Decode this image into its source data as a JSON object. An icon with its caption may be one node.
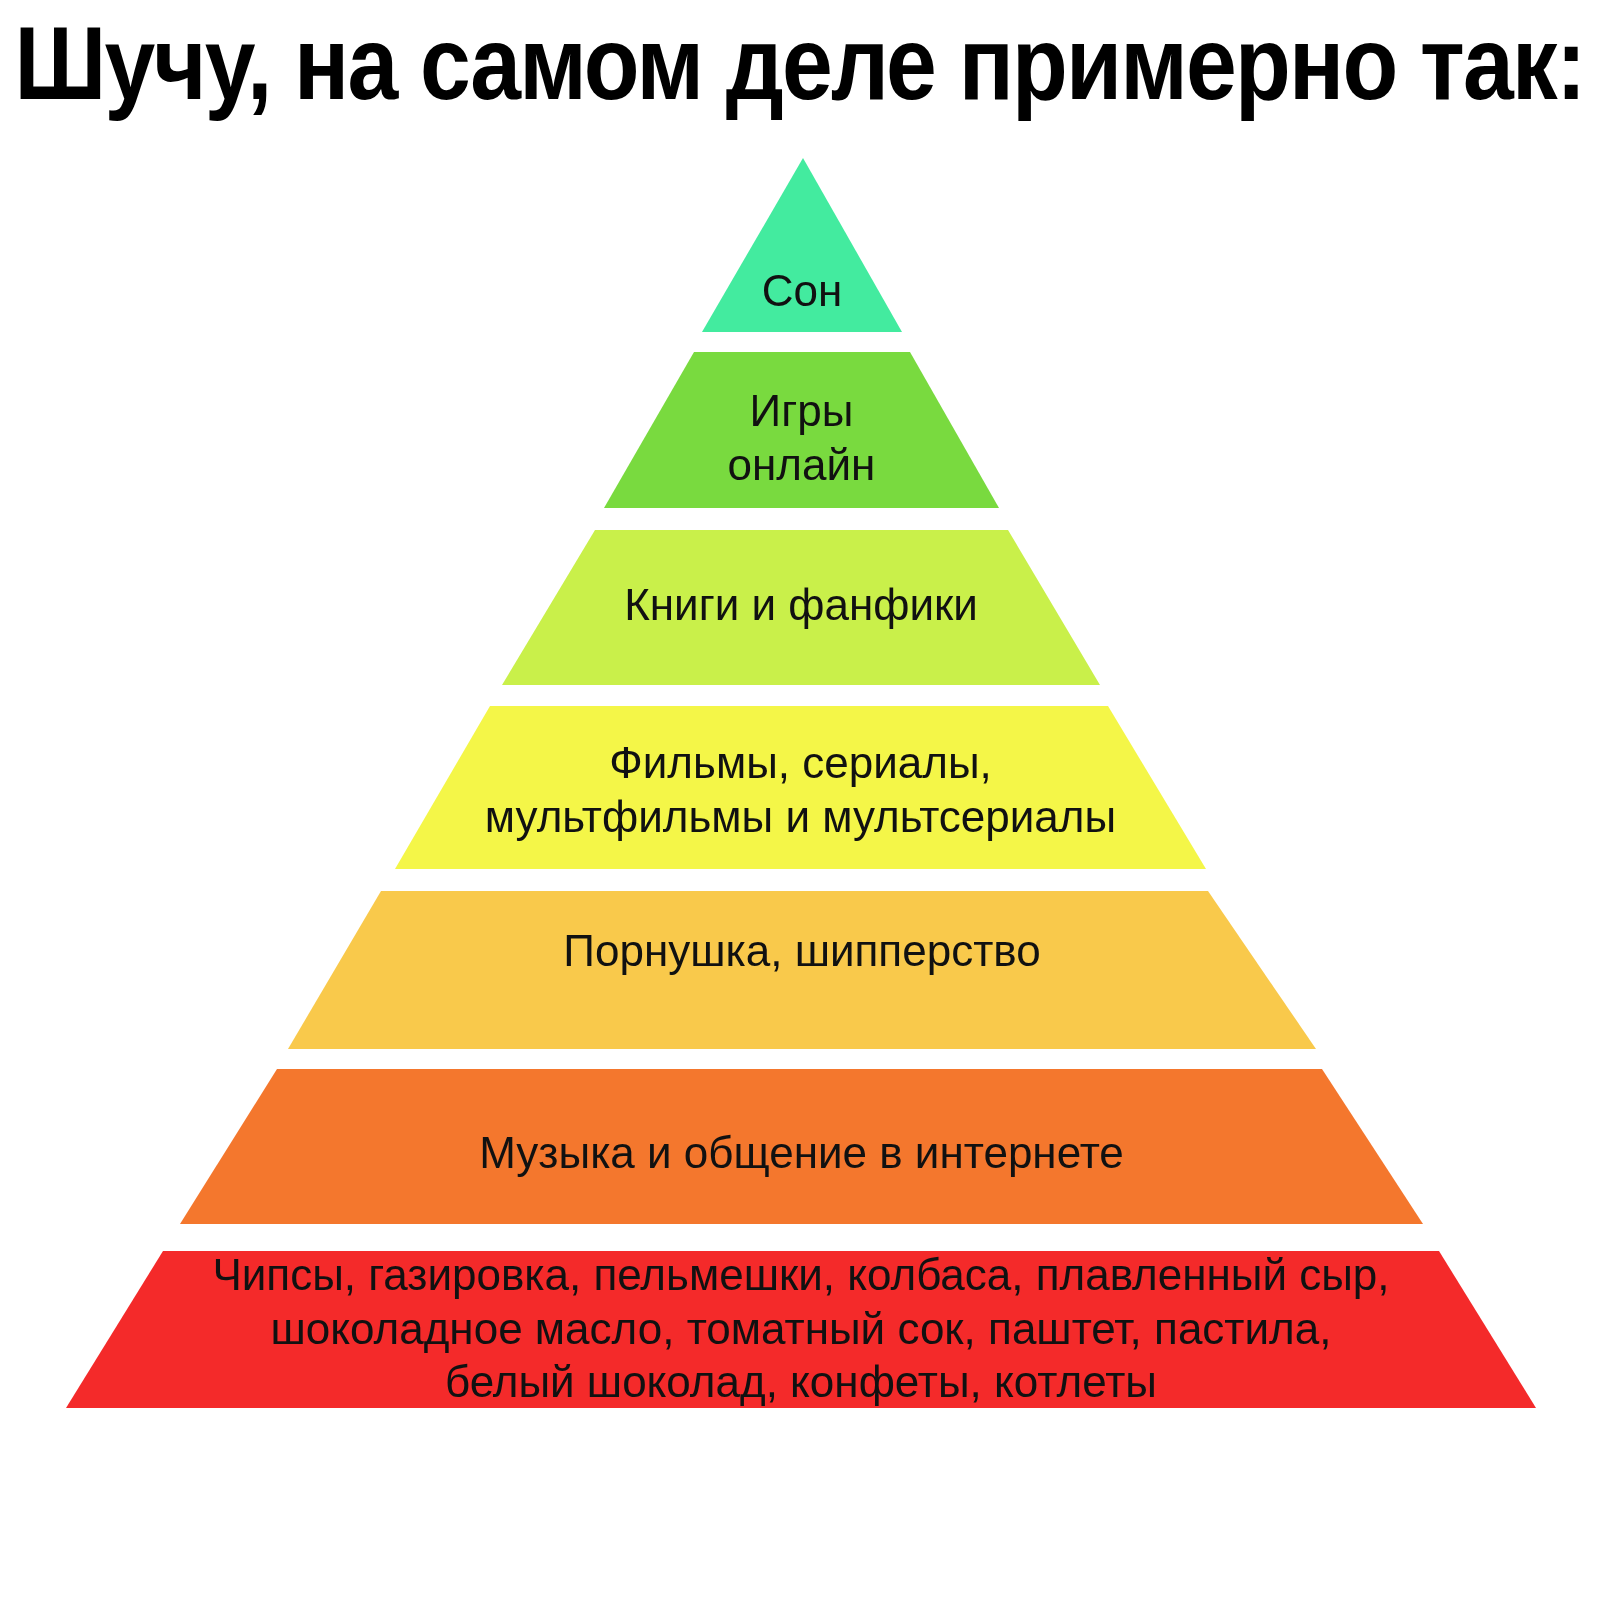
{
  "diagram": {
    "title": "Шучу, на самом деле примерно так:",
    "nodes": [
      {
        "text": [
          "Сон"
        ]
      },
      {
        "text": [
          "Игры онлайн"
        ]
      },
      {
        "text": [
          "Книги и фанфики"
        ]
      },
      {
        "text": [
          "Фильмы, сериалы, мультфильмы и мультсериалы"
        ]
      },
      {
        "text": [
          "Порнушка, шипперство"
        ]
      },
      {
        "text": [
          "Музыка и общение в интернете"
        ]
      },
      {
        "text": [
          "Чипсы, газировка, пельмешки, колбаса, плавленный сыр, шоколадное масло, томатный сок, паштет, пастила, белый шоколад, конфеты, котлеты"
        ]
      }
    ]
  }
}
